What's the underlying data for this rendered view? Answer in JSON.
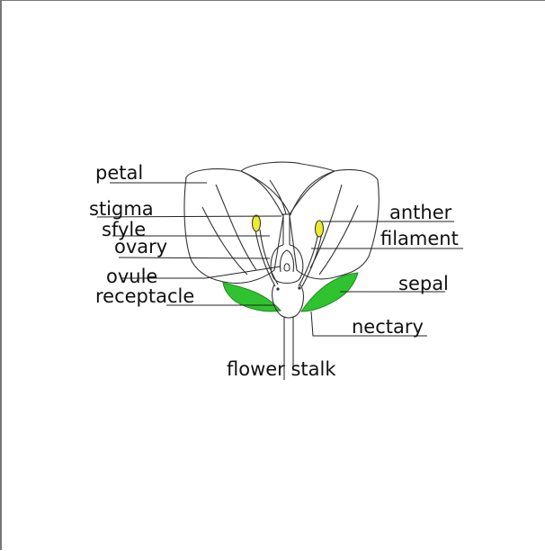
{
  "diagram": {
    "labels": {
      "petal": "petal",
      "stigma": "stigma",
      "style": "sfyle",
      "ovary": "ovary",
      "ovule": "ovule",
      "receptacle": "receptacle",
      "anther": "anther",
      "filament": "filament",
      "sepal": "sepal",
      "nectary": "nectary",
      "flower_stalk": "flower stalk"
    },
    "colors": {
      "sepal": "#2fc42f",
      "anther": "#ecec2c",
      "petal_fill": "#fafafa",
      "outline": "#333333"
    }
  }
}
